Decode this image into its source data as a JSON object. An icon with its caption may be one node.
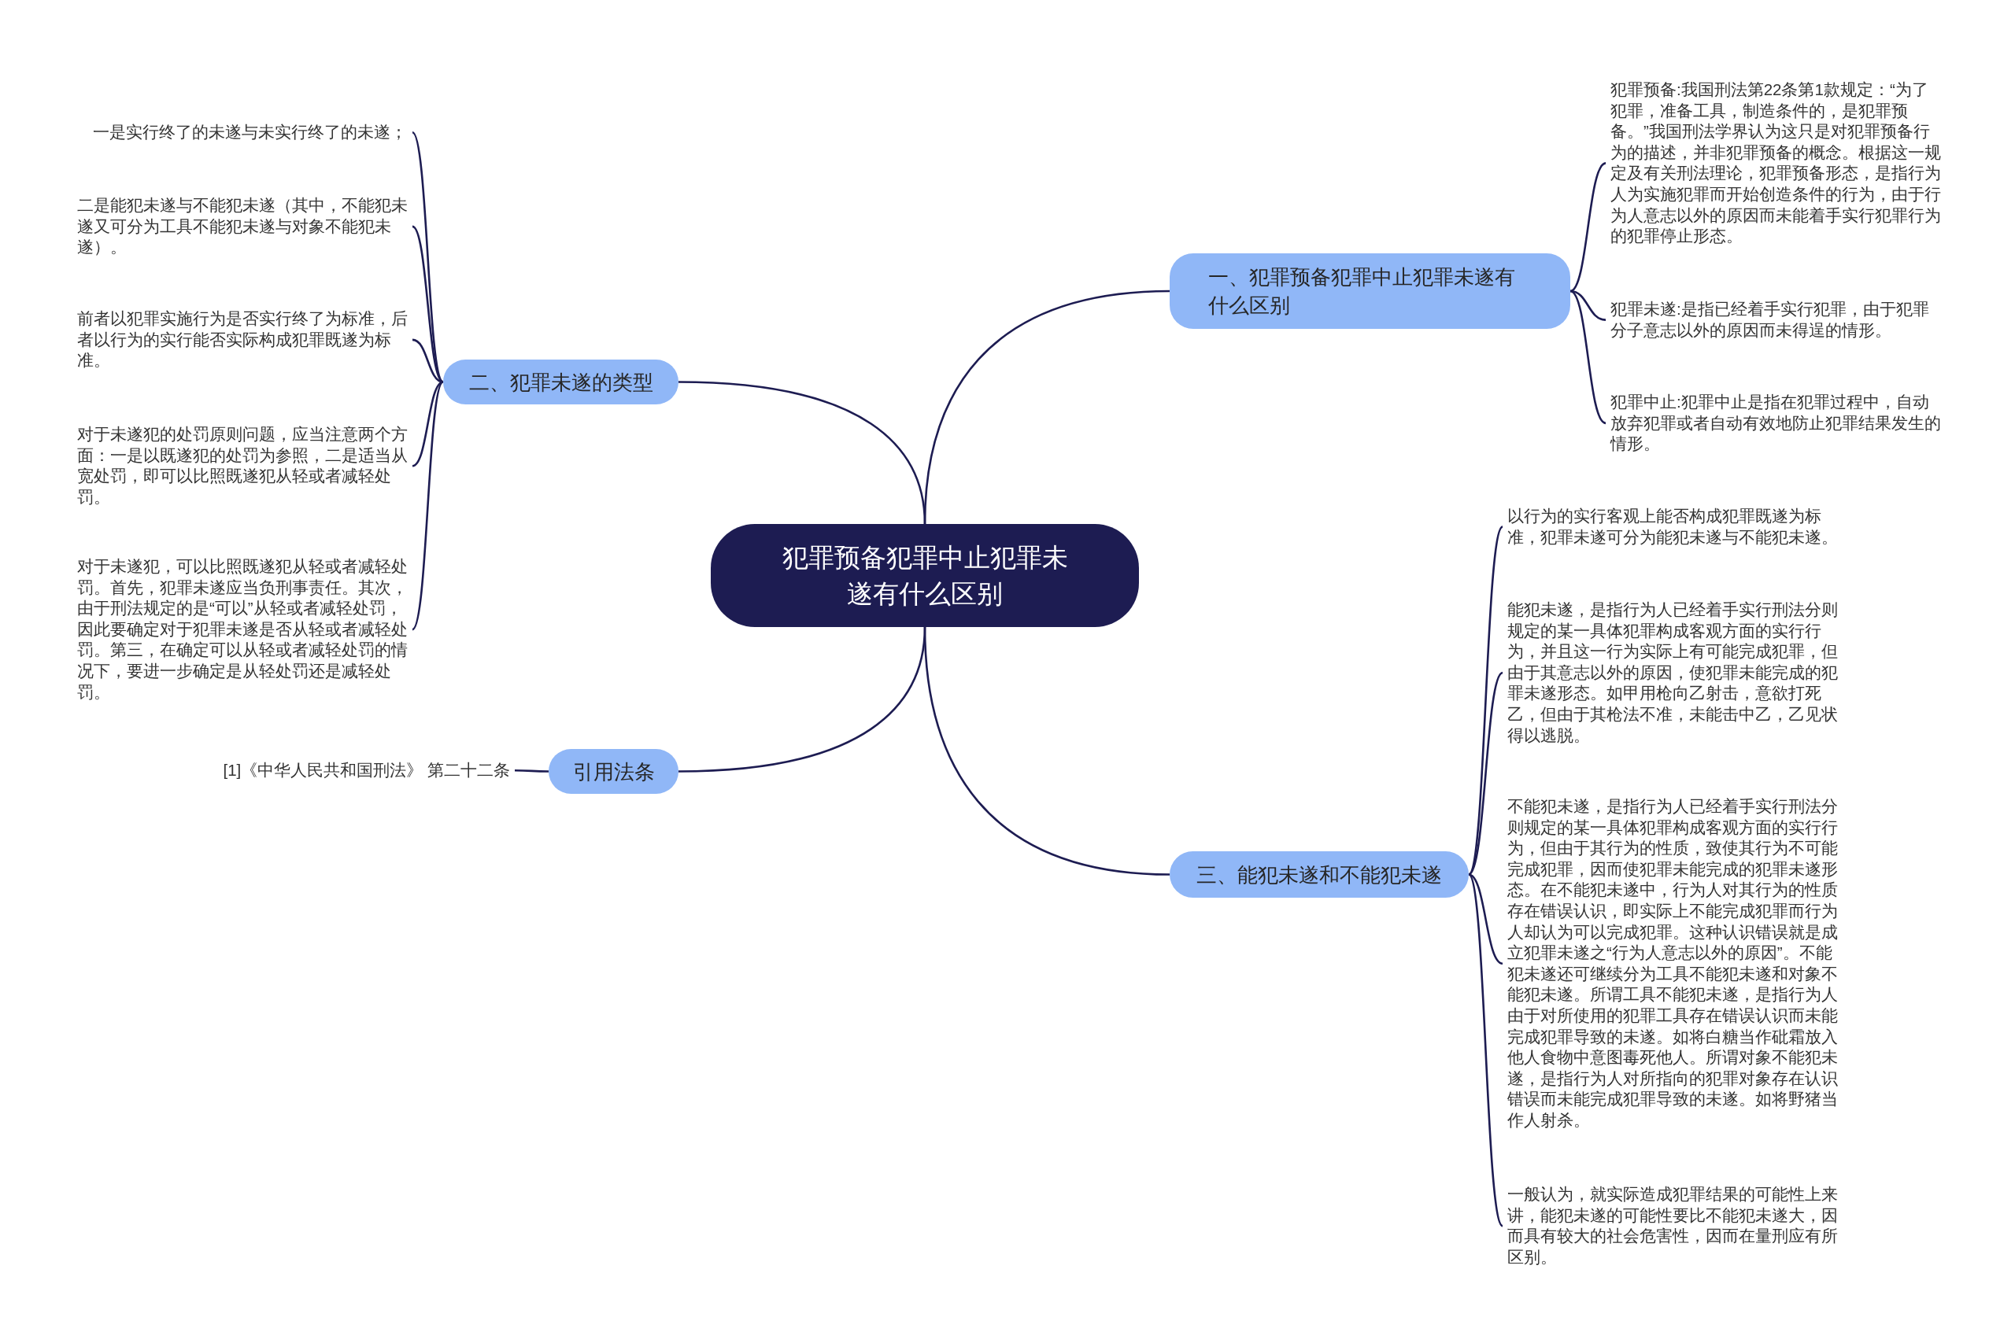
{
  "diagram": {
    "nodes": [
      {
        "text": [
          "犯罪预备犯罪中止犯罪未遂有什么区别"
        ]
      },
      {
        "text": [
          "一、犯罪预备犯罪中止犯罪未遂有什么区别"
        ]
      },
      {
        "text": [
          "犯罪预备:我国刑法第22条第1款规定：“为了犯罪，准备工具，制造条件的，是犯罪预备。”我国刑法学界认为这只是对犯罪预备行为的描述，并非犯罪预备的概念。根据这一规定及有关刑法理论，犯罪预备形态，是指行为人为实施犯罪而开始创造条件的行为，由于行为人意志以外的原因而未能着手实行犯罪行为的犯罪停止形态。"
        ]
      },
      {
        "text": [
          "犯罪未遂:是指已经着手实行犯罪，由于犯罪分子意志以外的原因而未得逞的情形。"
        ]
      },
      {
        "text": [
          "犯罪中止:犯罪中止是指在犯罪过程中，自动放弃犯罪或者自动有效地防止犯罪结果发生的情形。"
        ]
      },
      {
        "text": [
          "二、犯罪未遂的类型"
        ]
      },
      {
        "text": [
          "一是实行终了的未遂与未实行终了的未遂；"
        ]
      },
      {
        "text": [
          "二是能犯未遂与不能犯未遂（其中，不能犯未遂又可分为工具不能犯未遂与对象不能犯未遂）。"
        ]
      },
      {
        "text": [
          "前者以犯罪实施行为是否实行终了为标准，后者以行为的实行能否实际构成犯罪既遂为标准。"
        ]
      },
      {
        "text": [
          "对于未遂犯的处罚原则问题，应当注意两个方面：一是以既遂犯的处罚为参照，二是适当从宽处罚，即可以比照既遂犯从轻或者减轻处罚。"
        ]
      },
      {
        "text": [
          "对于未遂犯，可以比照既遂犯从轻或者减轻处罚。首先，犯罪未遂应当负刑事责任。其次，由于刑法规定的是“可以”从轻或者减轻处罚，因此要确定对于犯罪未遂是否从轻或者减轻处罚。第三，在确定可以从轻或者减轻处罚的情况下，要进一步确定是从轻处罚还是减轻处罚。"
        ]
      },
      {
        "text": [
          "三、能犯未遂和不能犯未遂"
        ]
      },
      {
        "text": [
          "以行为的实行客观上能否构成犯罪既遂为标准，犯罪未遂可分为能犯未遂与不能犯未遂。"
        ]
      },
      {
        "text": [
          "能犯未遂，是指行为人已经着手实行刑法分则规定的某一具体犯罪构成客观方面的实行行为，并且这一行为实际上有可能完成犯罪，但由于其意志以外的原因，使犯罪未能完成的犯罪未遂形态。如甲用枪向乙射击，意欲打死乙，但由于其枪法不准，未能击中乙，乙见状得以逃脱。"
        ]
      },
      {
        "text": [
          "不能犯未遂，是指行为人已经着手实行刑法分则规定的某一具体犯罪构成客观方面的实行行为，但由于其行为的性质，致使其行为不可能完成犯罪，因而使犯罪未能完成的犯罪未遂形态。在不能犯未遂中，行为人对其行为的性质存在错误认识，即实际上不能完成犯罪而行为人却认为可以完成犯罪。这种认识错误就是成立犯罪未遂之“行为人意志以外的原因”。不能犯未遂还可继续分为工具不能犯未遂和对象不能犯未遂。所谓工具不能犯未遂，是指行为人由于对所使用的犯罪工具存在错误认识而未能完成犯罪导致的未遂。如将白糖当作砒霜放入他人食物中意图毒死他人。所谓对象不能犯未遂，是指行为人对所指向的犯罪对象存在认识错误而未能完成犯罪导致的未遂。如将野猪当作人射杀。"
        ]
      },
      {
        "text": [
          "一般认为，就实际造成犯罪结果的可能性上来讲，能犯未遂的可能性要比不能犯未遂大，因而具有较大的社会危害性，因而在量刑应有所区别。"
        ]
      },
      {
        "text": [
          "引用法条"
        ]
      },
      {
        "text": [
          "[1]《中华人民共和国刑法》 第二十二条"
        ]
      }
    ],
    "edges": [
      {
        "from": 0,
        "to": 1,
        "arrow": "none"
      },
      {
        "from": 1,
        "to": 2,
        "arrow": "none"
      },
      {
        "from": 1,
        "to": 3,
        "arrow": "none"
      },
      {
        "from": 1,
        "to": 4,
        "arrow": "none"
      },
      {
        "from": 0,
        "to": 5,
        "arrow": "none"
      },
      {
        "from": 5,
        "to": 6,
        "arrow": "none"
      },
      {
        "from": 5,
        "to": 7,
        "arrow": "none"
      },
      {
        "from": 5,
        "to": 8,
        "arrow": "none"
      },
      {
        "from": 5,
        "to": 9,
        "arrow": "none"
      },
      {
        "from": 5,
        "to": 10,
        "arrow": "none"
      },
      {
        "from": 0,
        "to": 11,
        "arrow": "none"
      },
      {
        "from": 11,
        "to": 12,
        "arrow": "none"
      },
      {
        "from": 11,
        "to": 13,
        "arrow": "none"
      },
      {
        "from": 11,
        "to": 14,
        "arrow": "none"
      },
      {
        "from": 11,
        "to": 15,
        "arrow": "none"
      },
      {
        "from": 0,
        "to": 16,
        "arrow": "none"
      },
      {
        "from": 16,
        "to": 17,
        "arrow": "none"
      }
    ]
  }
}
